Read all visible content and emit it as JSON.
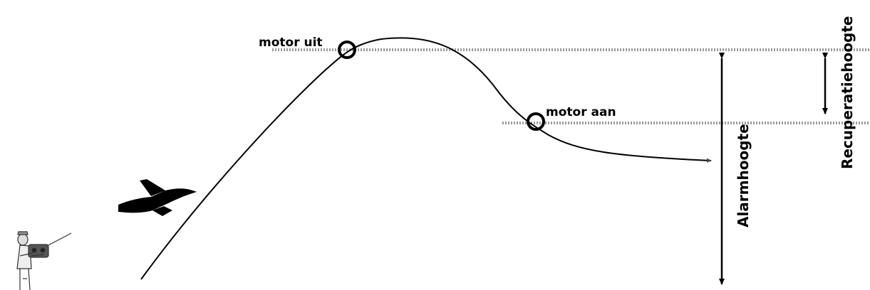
{
  "labels": {
    "motor_off": "motor uit",
    "motor_on": "motor aan",
    "alarm_height": "Alarmhoogte",
    "recovery_height": "Recuperatiehoogte"
  },
  "icons": {
    "pilot": "rc-pilot-with-transmitter-icon",
    "airplane": "airplane-silhouette-icon"
  },
  "colors": {
    "line": "#000000",
    "dotted": "#9a9a9a"
  }
}
